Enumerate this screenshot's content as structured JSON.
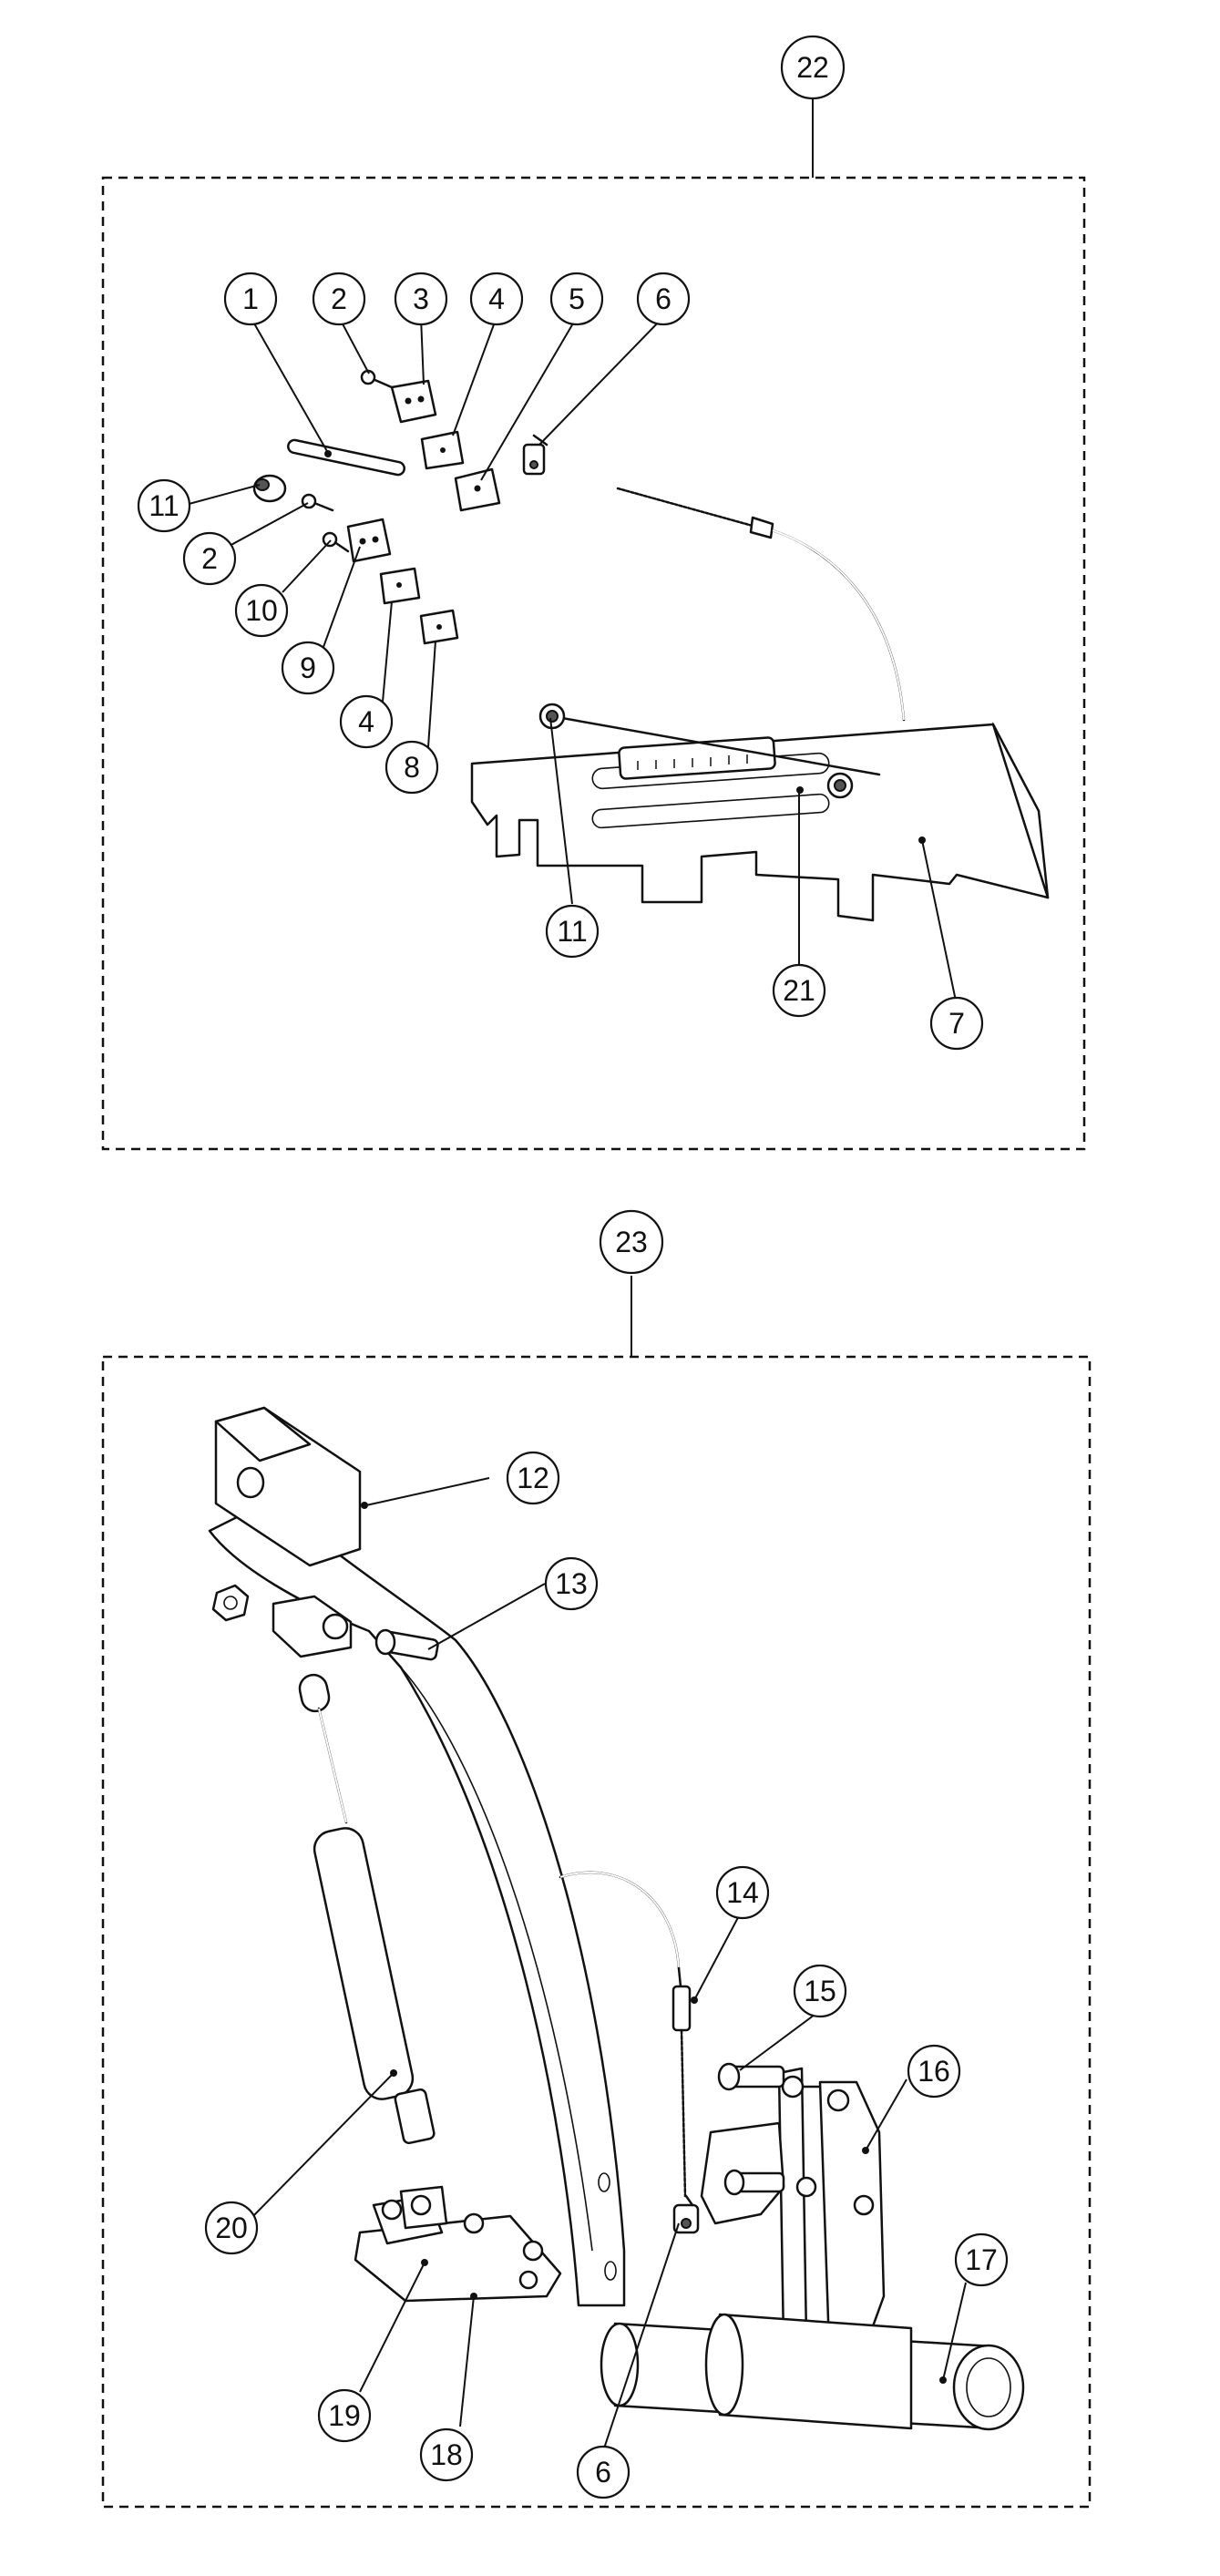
{
  "figure": {
    "upper_assembly": {
      "number": "22",
      "callouts": [
        {
          "label": "1"
        },
        {
          "label": "2"
        },
        {
          "label": "3"
        },
        {
          "label": "4"
        },
        {
          "label": "5"
        },
        {
          "label": "6"
        },
        {
          "label": "11"
        },
        {
          "label": "2"
        },
        {
          "label": "10"
        },
        {
          "label": "9"
        },
        {
          "label": "4"
        },
        {
          "label": "8"
        },
        {
          "label": "11"
        },
        {
          "label": "21"
        },
        {
          "label": "7"
        }
      ]
    },
    "lower_assembly": {
      "number": "23",
      "callouts": [
        {
          "label": "12"
        },
        {
          "label": "13"
        },
        {
          "label": "14"
        },
        {
          "label": "15"
        },
        {
          "label": "16"
        },
        {
          "label": "17"
        },
        {
          "label": "20"
        },
        {
          "label": "19"
        },
        {
          "label": "18"
        },
        {
          "label": "6"
        }
      ]
    }
  }
}
